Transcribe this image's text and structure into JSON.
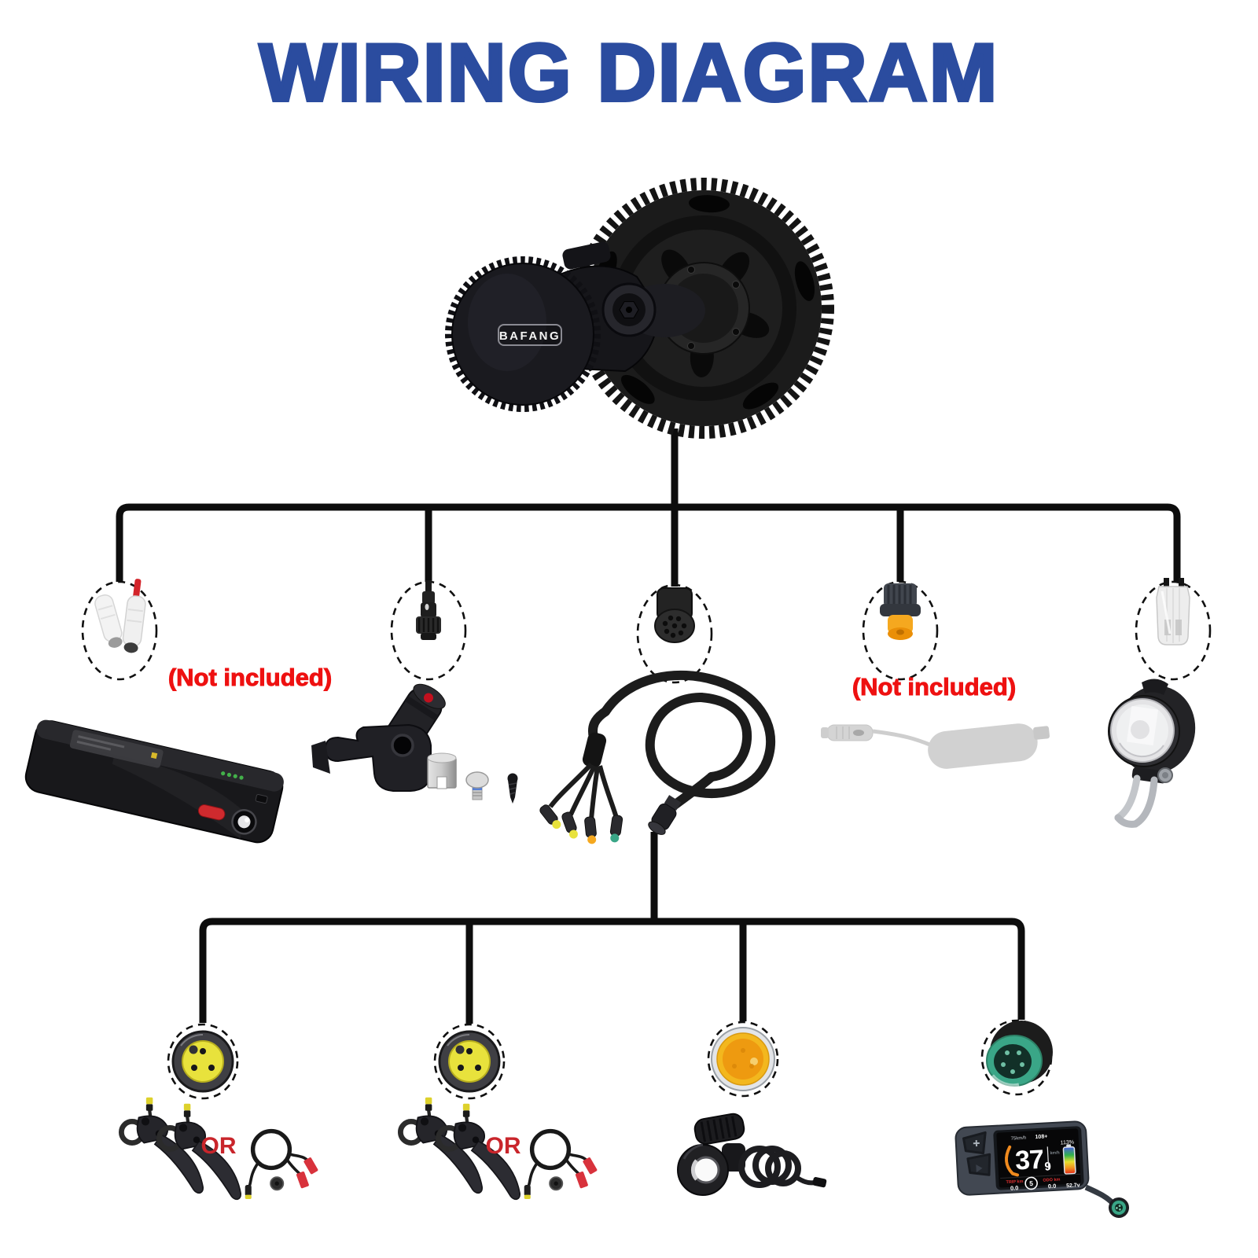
{
  "title": "WIRING DIAGRAM",
  "motor": {
    "brand": "BAFANG"
  },
  "annotations": {
    "battery_not_included": "(Not included)",
    "brake_sensor_not_included": "(Not included)",
    "or_left": "OR",
    "or_right": "OR"
  },
  "display": {
    "top_left": "75km/h",
    "top_center": "108+",
    "battery_percent": "113%",
    "speed_int": "37",
    "speed_dec": "9",
    "speed_unit": "km/h",
    "assist_level": "5",
    "trip_label": "TRIP km",
    "trip_value": "0.0",
    "odo_label": "ODO km",
    "odo_value": "0.0",
    "voltage": "52.7v"
  },
  "colors": {
    "title-blue": "#2b4c9f",
    "alert-red": "#ee1111",
    "or-red": "#c9252b",
    "line-black": "#0d0d0d",
    "connector-yellow": "#e8e23c",
    "connector-orange": "#f5a81f",
    "connector-green": "#3aa687"
  },
  "connectors": {
    "upper": [
      {
        "name": "battery-power-connector",
        "style": "white-bullet-pair"
      },
      {
        "name": "gear-sensor-connector",
        "style": "black-barrel"
      },
      {
        "name": "main-harness-connector",
        "style": "black-multi-pin"
      },
      {
        "name": "brake-sensor-connector",
        "style": "orange-tip"
      },
      {
        "name": "headlight-connector",
        "style": "clear"
      }
    ],
    "lower": [
      {
        "name": "brake-lever-connector-left",
        "color": "yellow"
      },
      {
        "name": "brake-lever-connector-right",
        "color": "yellow"
      },
      {
        "name": "throttle-connector",
        "color": "orange"
      },
      {
        "name": "display-connector",
        "color": "green"
      }
    ]
  }
}
